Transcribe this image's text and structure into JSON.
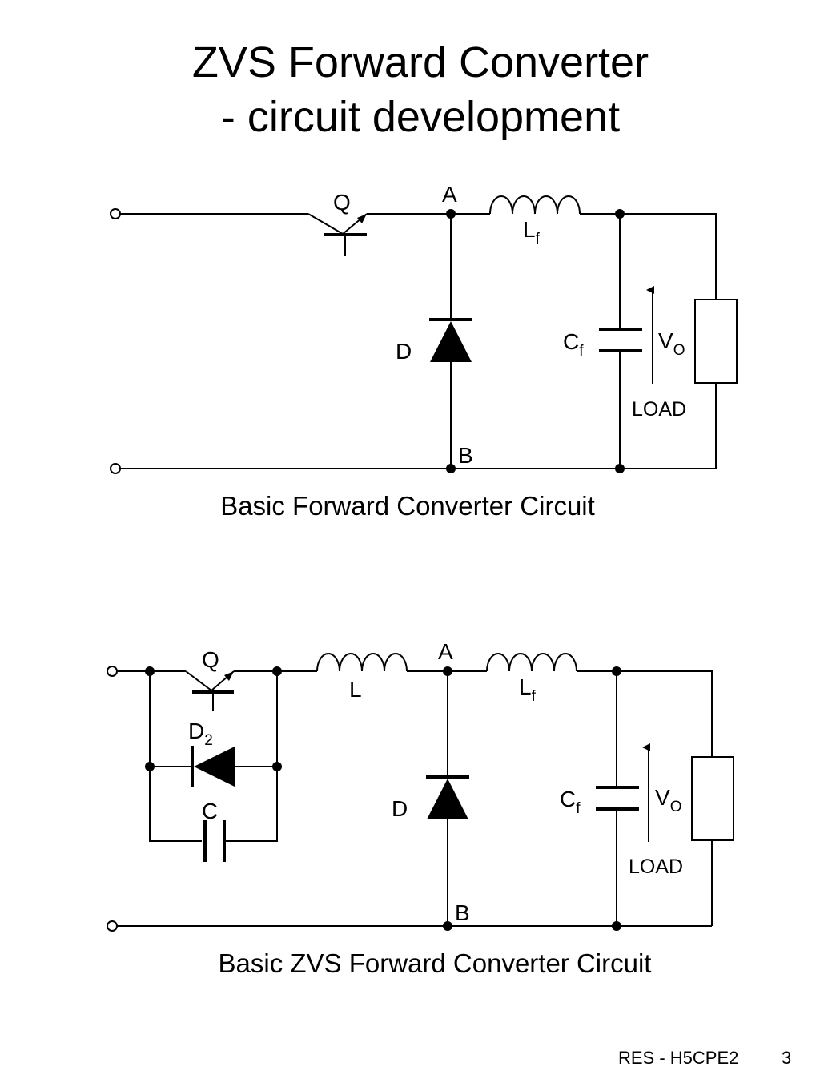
{
  "slide": {
    "title_line1": "ZVS Forward Converter",
    "title_line2": "- circuit development",
    "footer_ref": "RES - H5CPE2",
    "footer_page": "3"
  },
  "circuit1": {
    "caption": "Basic Forward Converter Circuit",
    "switch": "Q",
    "node_a": "A",
    "node_b": "B",
    "inductor": "L",
    "inductor_sub": "f",
    "diode": "D",
    "capacitor": "C",
    "capacitor_sub": "f",
    "voltage": "V",
    "voltage_sub": "O",
    "load": "LOAD"
  },
  "circuit2": {
    "caption": "Basic ZVS Forward Converter Circuit",
    "switch": "Q",
    "resonant_inductor": "L",
    "node_a": "A",
    "node_b": "B",
    "inductor": "L",
    "inductor_sub": "f",
    "anti_parallel_diode": "D",
    "anti_parallel_diode_sub": "2",
    "resonant_capacitor": "C",
    "diode": "D",
    "capacitor": "C",
    "capacitor_sub": "f",
    "voltage": "V",
    "voltage_sub": "O",
    "load": "LOAD"
  }
}
